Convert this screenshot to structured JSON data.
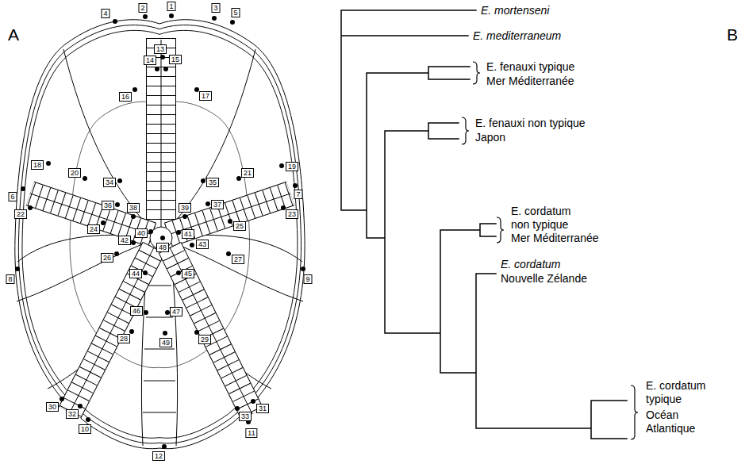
{
  "diagram": {
    "labels": [
      "A",
      "B",
      "1",
      "2",
      "3",
      "4",
      "5",
      "6",
      "7",
      "8",
      "9",
      "10",
      "11",
      "12",
      "13",
      "14",
      "15",
      "16",
      "17",
      "18",
      "19",
      "20",
      "21",
      "22",
      "23",
      "24",
      "25",
      "26",
      "27",
      "28",
      "29",
      "30",
      "31",
      "32",
      "33",
      "34",
      "35",
      "36",
      "37",
      "38",
      "39",
      "40",
      "41",
      "42",
      "43",
      "44",
      "45",
      "46",
      "47",
      "48",
      "49",
      "E. mortenseni",
      "E. mediterraneum",
      "E. fenauxi typique",
      "Mer Méditerranée",
      "E. fenauxi non typique",
      "Japon",
      "E. cordatum non typique",
      "Mer Méditerranée",
      "E. cordatum",
      "Nouvelle Zélande",
      "E. cordatum typique",
      "Océan Atlantique"
    ]
  }
}
